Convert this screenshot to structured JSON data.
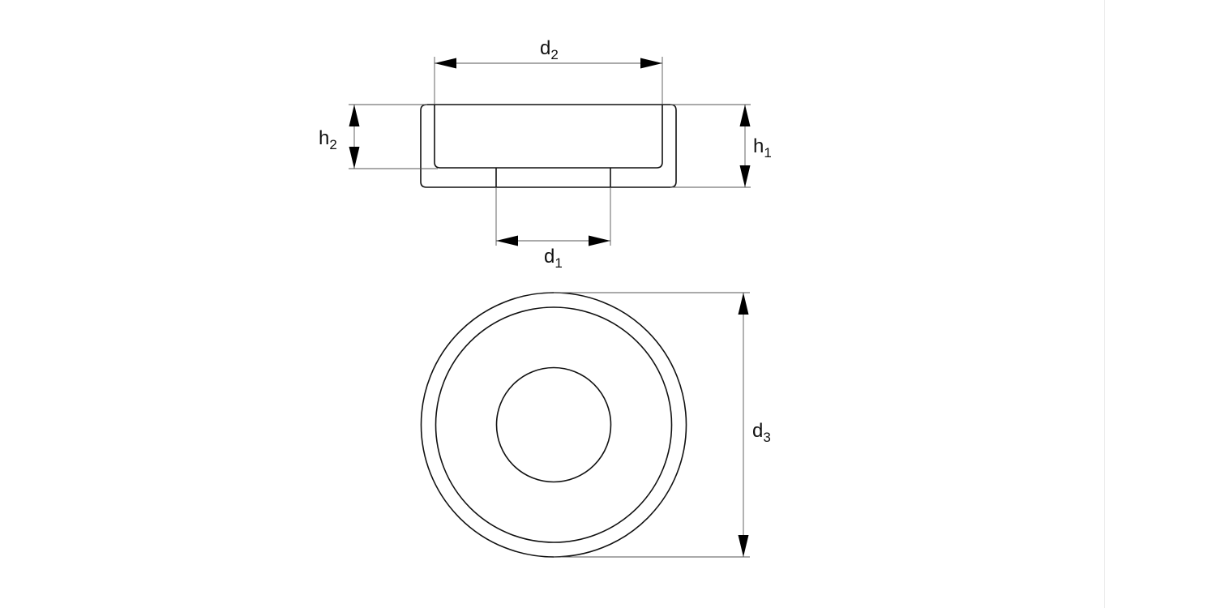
{
  "drawing": {
    "title": "Cup washer technical drawing",
    "views": [
      "side-section-view",
      "top-view"
    ],
    "colors": {
      "outline": "#111111",
      "dimension_line": "#555555",
      "arrow": "#000000",
      "background": "#ffffff"
    }
  },
  "dimensions": {
    "d1": {
      "base": "d",
      "sub": "1"
    },
    "d2": {
      "base": "d",
      "sub": "2"
    },
    "d3": {
      "base": "d",
      "sub": "3"
    },
    "h1": {
      "base": "h",
      "sub": "1"
    },
    "h2": {
      "base": "h",
      "sub": "2"
    }
  }
}
